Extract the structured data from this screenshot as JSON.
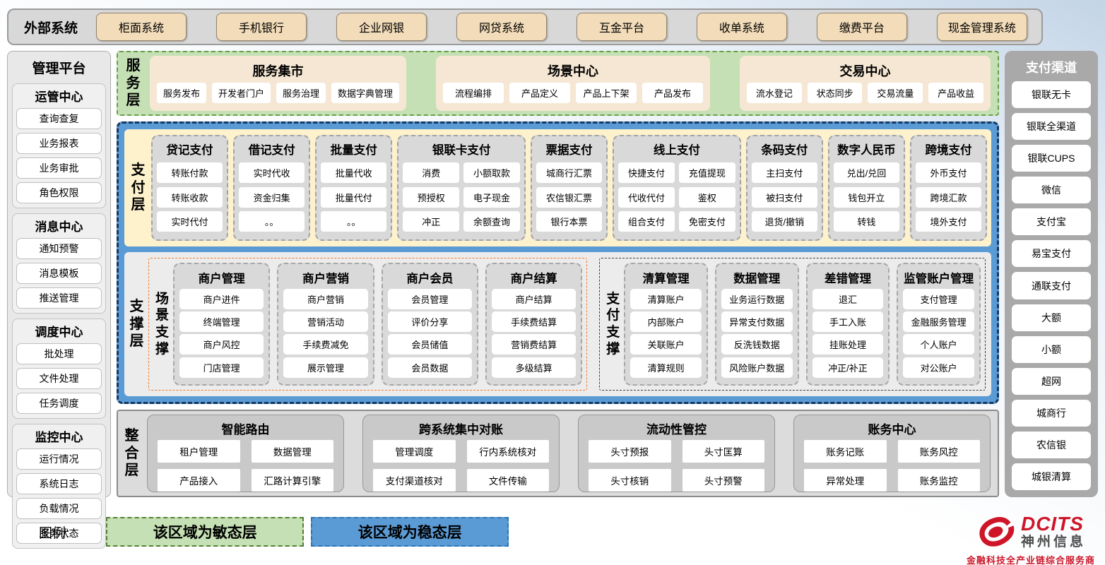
{
  "colors": {
    "agile_green": "#c5e0b4",
    "stable_blue": "#5b9bd5",
    "brand_red": "#ce1628",
    "panel_gray": "#d9d9d9",
    "tan": "#f2dcb9",
    "cream": "#fdf2cc"
  },
  "external": {
    "label": "外部系统",
    "systems": [
      "柜面系统",
      "手机银行",
      "企业网银",
      "网贷系统",
      "互金平台",
      "收单系统",
      "缴费平台",
      "现金管理系统"
    ]
  },
  "management": {
    "title": "管理平台",
    "groups": [
      {
        "title": "运管中心",
        "items": [
          "查询查复",
          "业务报表",
          "业务审批",
          "角色权限"
        ]
      },
      {
        "title": "消息中心",
        "items": [
          "通知预警",
          "消息模板",
          "推送管理"
        ]
      },
      {
        "title": "调度中心",
        "items": [
          "批处理",
          "文件处理",
          "任务调度"
        ]
      },
      {
        "title": "监控中心",
        "items": [
          "运行情况",
          "系统日志",
          "负载情况",
          "服务状态"
        ]
      }
    ]
  },
  "service_layer": {
    "label": "服务层",
    "groups": [
      {
        "title": "服务集市",
        "items": [
          "服务发布",
          "开发者门户",
          "服务治理",
          "数据字典管理"
        ]
      },
      {
        "title": "场景中心",
        "items": [
          "流程编排",
          "产品定义",
          "产品上下架",
          "产品发布"
        ]
      },
      {
        "title": "交易中心",
        "items": [
          "流水登记",
          "状态同步",
          "交易流量",
          "产品收益"
        ]
      }
    ]
  },
  "payment_layer": {
    "label": "支付层",
    "groups": [
      {
        "title": "贷记支付",
        "columns": [
          [
            "转账付款",
            "转账收款",
            "实时代付"
          ]
        ]
      },
      {
        "title": "借记支付",
        "columns": [
          [
            "实时代收",
            "资金归集",
            "。。"
          ]
        ]
      },
      {
        "title": "批量支付",
        "columns": [
          [
            "批量代收",
            "批量代付",
            "。。"
          ]
        ]
      },
      {
        "title": "银联卡支付",
        "columns": [
          [
            "消费",
            "预授权",
            "冲正"
          ],
          [
            "小额取款",
            "电子现金",
            "余额查询"
          ]
        ]
      },
      {
        "title": "票据支付",
        "columns": [
          [
            "城商行汇票",
            "农信银汇票",
            "银行本票"
          ]
        ]
      },
      {
        "title": "线上支付",
        "columns": [
          [
            "快捷支付",
            "代收代付",
            "组合支付"
          ],
          [
            "充值提现",
            "鉴权",
            "免密支付"
          ]
        ]
      },
      {
        "title": "条码支付",
        "columns": [
          [
            "主扫支付",
            "被扫支付",
            "退货/撤销"
          ]
        ]
      },
      {
        "title": "数字人民币",
        "columns": [
          [
            "兑出/兑回",
            "钱包开立",
            "转钱"
          ]
        ]
      },
      {
        "title": "跨境支付",
        "columns": [
          [
            "外币支付",
            "跨境汇款",
            "境外支付"
          ]
        ]
      }
    ]
  },
  "support_layer": {
    "label": "支撑层",
    "sections": [
      {
        "label": "场景支撑",
        "groups": [
          {
            "title": "商户管理",
            "items": [
              "商户进件",
              "终端管理",
              "商户风控",
              "门店管理"
            ]
          },
          {
            "title": "商户营销",
            "items": [
              "商户营销",
              "营销活动",
              "手续费减免",
              "展示管理"
            ]
          },
          {
            "title": "商户会员",
            "items": [
              "会员管理",
              "评价分享",
              "会员储值",
              "会员数据"
            ]
          },
          {
            "title": "商户结算",
            "items": [
              "商户结算",
              "手续费结算",
              "营销费结算",
              "多级结算"
            ]
          }
        ]
      },
      {
        "label": "支付支撑",
        "groups": [
          {
            "title": "清算管理",
            "items": [
              "清算账户",
              "内部账户",
              "关联账户",
              "清算规则"
            ]
          },
          {
            "title": "数据管理",
            "items": [
              "业务运行数据",
              "异常支付数据",
              "反洗钱数据",
              "风险账户数据"
            ]
          },
          {
            "title": "差错管理",
            "items": [
              "退汇",
              "手工入账",
              "挂账处理",
              "冲正/补正"
            ]
          },
          {
            "title": "监管账户管理",
            "items": [
              "支付管理",
              "金融服务管理",
              "个人账户",
              "对公账户"
            ]
          }
        ]
      }
    ]
  },
  "integration_layer": {
    "label": "整合层",
    "groups": [
      {
        "title": "智能路由",
        "items": [
          "租户管理",
          "数据管理",
          "产品接入",
          "汇路计算引擎"
        ]
      },
      {
        "title": "跨系统集中对账",
        "items": [
          "管理调度",
          "行内系统核对",
          "支付渠道核对",
          "文件传输"
        ]
      },
      {
        "title": "流动性管控",
        "items": [
          "头寸预报",
          "头寸匡算",
          "头寸核销",
          "头寸预警"
        ]
      },
      {
        "title": "账务中心",
        "items": [
          "账务记账",
          "账务风控",
          "异常处理",
          "账务监控"
        ]
      }
    ]
  },
  "channels": {
    "title": "支付渠道",
    "items": [
      "银联无卡",
      "银联全渠道",
      "银联CUPS",
      "微信",
      "支付宝",
      "易宝支付",
      "通联支付",
      "大额",
      "小额",
      "超网",
      "城商行",
      "农信银",
      "城银清算"
    ]
  },
  "legend": {
    "label": "图例:",
    "agile": "该区域为敏态层",
    "stable": "该区域为稳态层"
  },
  "logo": {
    "name": "DCITS",
    "company": "神州信息",
    "tagline": "金融科技全产业链综合服务商"
  }
}
